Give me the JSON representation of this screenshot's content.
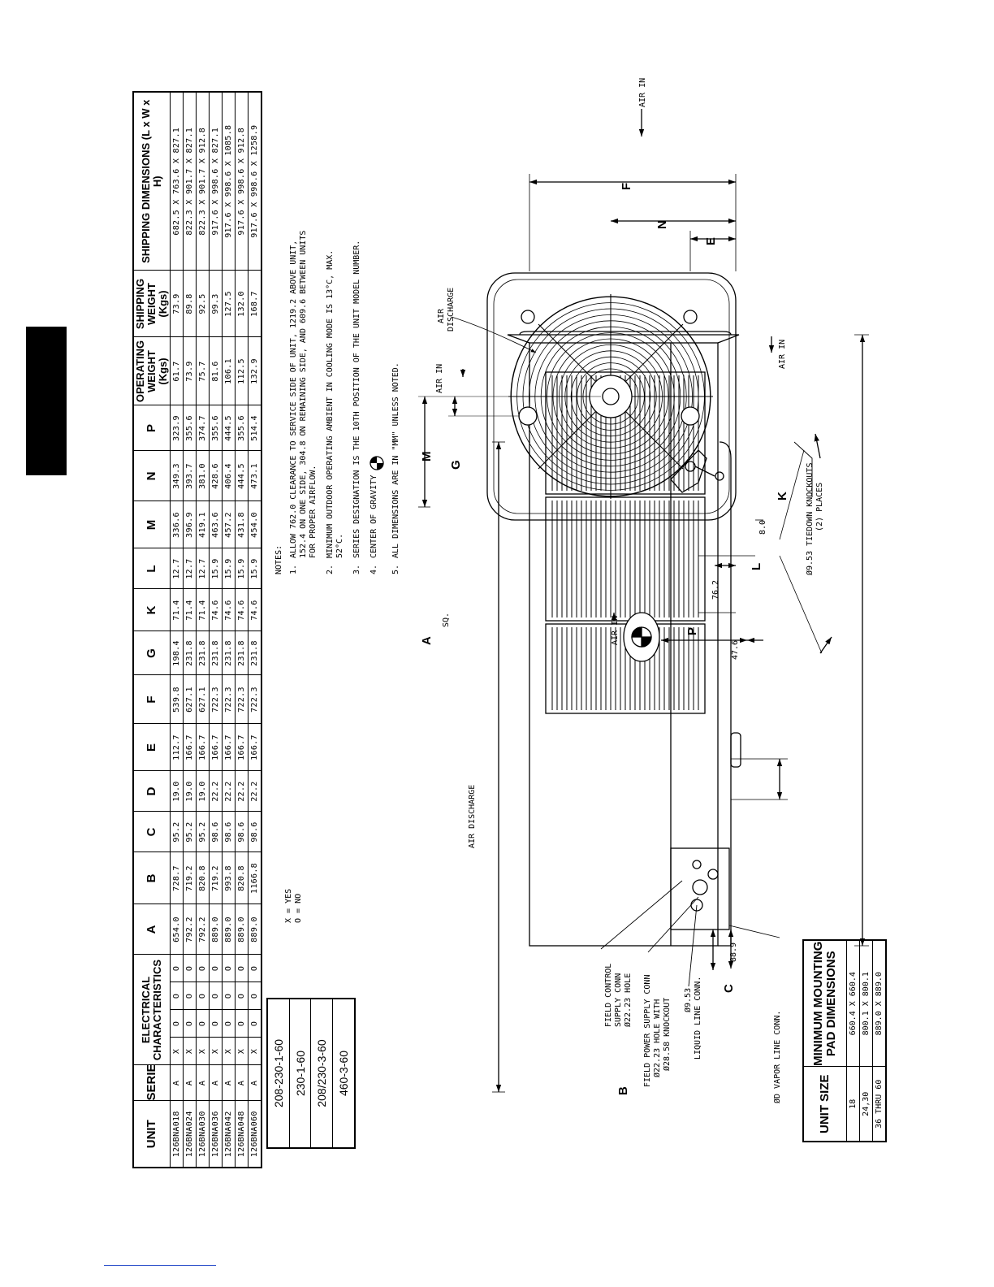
{
  "spec_table": {
    "headers": [
      "UNIT",
      "SERIES",
      "ELECTRICAL CHARACTERISTICS",
      "A",
      "B",
      "C",
      "D",
      "E",
      "F",
      "G",
      "K",
      "L",
      "M",
      "N",
      "P",
      "OPERATING WEIGHT (Kgs)",
      "SHIPPING WEIGHT (Kgs)",
      "SHIPPING DIMENSIONS (L x W x H)"
    ],
    "rows": [
      [
        "126BNA018",
        "A",
        "X",
        "O",
        "O",
        "O",
        "654.0",
        "728.7",
        "95.2",
        "19.0",
        "112.7",
        "539.8",
        "198.4",
        "71.4",
        "12.7",
        "336.6",
        "349.3",
        "323.9",
        "61.7",
        "73.9",
        "682.5 X 763.6 X 827.1"
      ],
      [
        "126BNA024",
        "A",
        "X",
        "O",
        "O",
        "O",
        "792.2",
        "719.2",
        "95.2",
        "19.0",
        "166.7",
        "627.1",
        "231.8",
        "71.4",
        "12.7",
        "396.9",
        "393.7",
        "355.6",
        "73.9",
        "89.8",
        "822.3 X 901.7 X 827.1"
      ],
      [
        "126BNA030",
        "A",
        "X",
        "O",
        "O",
        "O",
        "792.2",
        "820.8",
        "95.2",
        "19.0",
        "166.7",
        "627.1",
        "231.8",
        "71.4",
        "12.7",
        "419.1",
        "381.0",
        "374.7",
        "75.7",
        "92.5",
        "822.3 X 901.7 X 912.8"
      ],
      [
        "126BNA036",
        "A",
        "X",
        "O",
        "O",
        "O",
        "889.0",
        "719.2",
        "98.6",
        "22.2",
        "166.7",
        "722.3",
        "231.8",
        "74.6",
        "15.9",
        "463.6",
        "428.6",
        "355.6",
        "81.6",
        "99.3",
        "917.6 X 998.6 X 827.1"
      ],
      [
        "126BNA042",
        "A",
        "X",
        "O",
        "O",
        "O",
        "889.0",
        "993.8",
        "98.6",
        "22.2",
        "166.7",
        "722.3",
        "231.8",
        "74.6",
        "15.9",
        "457.2",
        "406.4",
        "444.5",
        "106.1",
        "127.5",
        "917.6 X 998.6 X 1085.8"
      ],
      [
        "126BNA048",
        "A",
        "X",
        "O",
        "O",
        "O",
        "889.0",
        "820.8",
        "98.6",
        "22.2",
        "166.7",
        "722.3",
        "231.8",
        "74.6",
        "15.9",
        "431.8",
        "444.5",
        "355.6",
        "112.5",
        "132.0",
        "917.6 X 998.6 X 912.8"
      ],
      [
        "126BNA060",
        "A",
        "X",
        "O",
        "O",
        "O",
        "889.0",
        "1166.8",
        "98.6",
        "22.2",
        "166.7",
        "722.3",
        "231.8",
        "74.6",
        "15.9",
        "454.0",
        "473.1",
        "514.4",
        "132.9",
        "168.7",
        "917.6 X 998.6 X 1258.9"
      ]
    ]
  },
  "voltage_legend": [
    "208-230-1-60",
    "230-1-60",
    "208/230-3-60",
    "460-3-60"
  ],
  "legend_key": [
    "X = YES",
    "O = NO"
  ],
  "notes": {
    "title": "NOTES:",
    "items": [
      {
        "num": "1.",
        "text": "ALLOW 762.0 CLEARANCE TO SERVICE SIDE OF UNIT, 1219.2 ABOVE UNIT, 152.4 ON ONE SIDE, 304.8 ON REMAINING SIDE, AND 609.6 BETWEEN UNITS FOR PROPER AIRFLOW."
      },
      {
        "num": "2.",
        "text": "MINIMUM OUTDOOR OPERATING AMBIENT IN COOLING MODE IS 13°C, MAX. 52°C."
      },
      {
        "num": "3.",
        "text": "SERIES DESIGNATION IS THE 10TH POSITION OF THE UNIT MODEL NUMBER."
      },
      {
        "num": "4.",
        "text": "CENTER OF GRAVITY"
      },
      {
        "num": "5.",
        "text": "ALL DIMENSIONS ARE IN \"MM\" UNLESS NOTED."
      }
    ]
  },
  "pad_table": {
    "headers": [
      "UNIT SIZE",
      "MINIMUM MOUNTING PAD DIMENSIONS"
    ],
    "rows": [
      [
        "18",
        "660.4 X 660.4"
      ],
      [
        "24,30",
        "800.1 X 800.1"
      ],
      [
        "36 THRU 60",
        "889.0 X 889.0"
      ]
    ]
  },
  "side_view": {
    "dim_a": "A",
    "dim_a_note": "SQ.",
    "dim_b": "B",
    "dim_c": "C",
    "dim_p": "P",
    "dim_889": "88.9",
    "dim_476": "47.6",
    "air_discharge": "AIR DISCHARGE",
    "field_control": [
      "FIELD CONTROL",
      "SUPPLY CONN",
      "Ø22.23 HOLE"
    ],
    "field_power": [
      "FIELD POWER SUPPLY CONN",
      "Ø22.23 HOLE WITH",
      "Ø28.58 KNOCKOUT"
    ],
    "liquid_line": [
      "LIQUID LINE CONN.",
      "Ø9.53"
    ],
    "vapor_line": "ØD VAPOR LINE CONN."
  },
  "top_view": {
    "dim_e": "E",
    "dim_f": "F",
    "dim_n": "N",
    "dim_g": "G",
    "dim_m": "M",
    "dim_k": "K",
    "dim_l": "L",
    "dim_80": "8.0",
    "dim_762": "76.2",
    "air_in": "AIR IN",
    "air_discharge": [
      "AIR",
      "DISCHARGE"
    ],
    "tiedown": [
      "Ø9.53 TIEDOWN KNOCKOUTS",
      "(2) PLACES"
    ]
  }
}
